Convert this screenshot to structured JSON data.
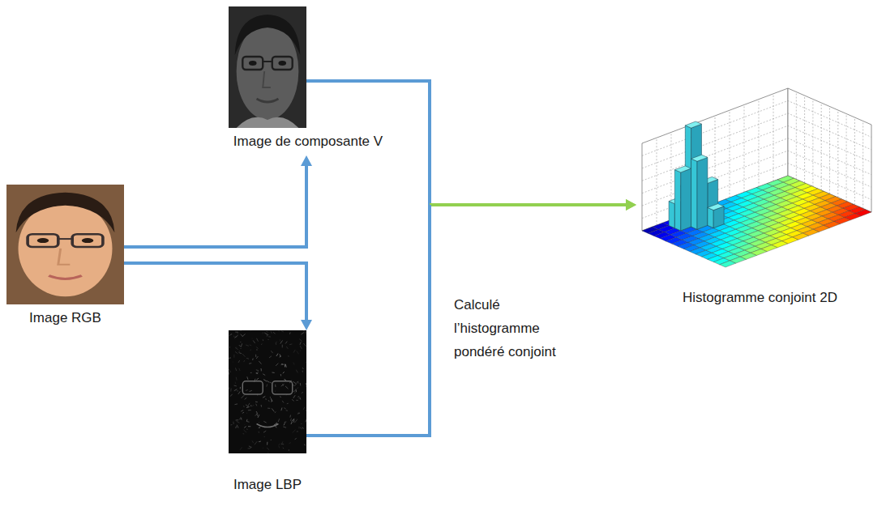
{
  "diagram": {
    "nodes": [
      {
        "text": [
          "Image RGB"
        ]
      },
      {
        "text": [
          "Image de composante V"
        ]
      },
      {
        "text": [
          "Image LBP"
        ]
      },
      {
        "text": [
          "Histogramme conjoint 2D"
        ]
      }
    ],
    "edges": [
      {
        "from": 0,
        "to": 1,
        "arrow": "to"
      },
      {
        "from": 0,
        "to": 2,
        "arrow": "to"
      },
      {
        "from": 1,
        "to": 3,
        "arrow": "to",
        "label": "Calculé l’histogramme pondéré conjoint"
      },
      {
        "from": 2,
        "to": 3,
        "arrow": "to"
      }
    ]
  }
}
